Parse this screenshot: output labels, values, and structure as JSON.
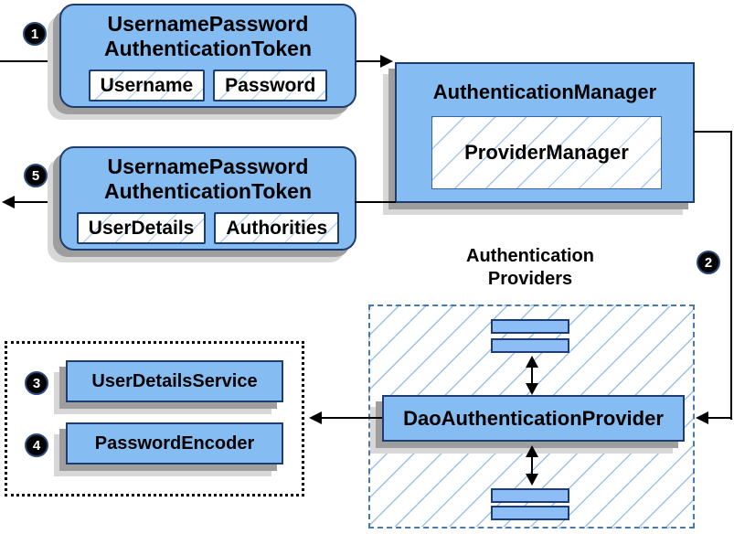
{
  "steps": {
    "s1": "1",
    "s2": "2",
    "s3": "3",
    "s4": "4",
    "s5": "5"
  },
  "request_token": {
    "title_line1": "UsernamePassword",
    "title_line2": "AuthenticationToken",
    "field_left": "Username",
    "field_right": "Password"
  },
  "response_token": {
    "title_line1": "UsernamePassword",
    "title_line2": "AuthenticationToken",
    "field_left": "UserDetails",
    "field_right": "Authorities"
  },
  "authentication_manager": {
    "title": "AuthenticationManager",
    "inner_box": "ProviderManager"
  },
  "authentication_providers": {
    "label_line1": "Authentication",
    "label_line2": "Providers",
    "dao_provider": "DaoAuthenticationProvider"
  },
  "collaborators": {
    "user_details_service": "UserDetailsService",
    "password_encoder": "PasswordEncoder"
  },
  "colors": {
    "node_fill": "#85BCF2",
    "node_border": "#1E3C6E",
    "bar_fill": "#8CBEF5",
    "hatch_line": "#9CC0E8",
    "providers_dashed_border": "#4A79AD",
    "dotted_border": "#000000",
    "shadow_dark": "#9E9E9E",
    "shadow_light": "#D7D7D7",
    "connector": "#000000",
    "badge_background": "#000000",
    "badge_text": "#FFFFFF"
  }
}
